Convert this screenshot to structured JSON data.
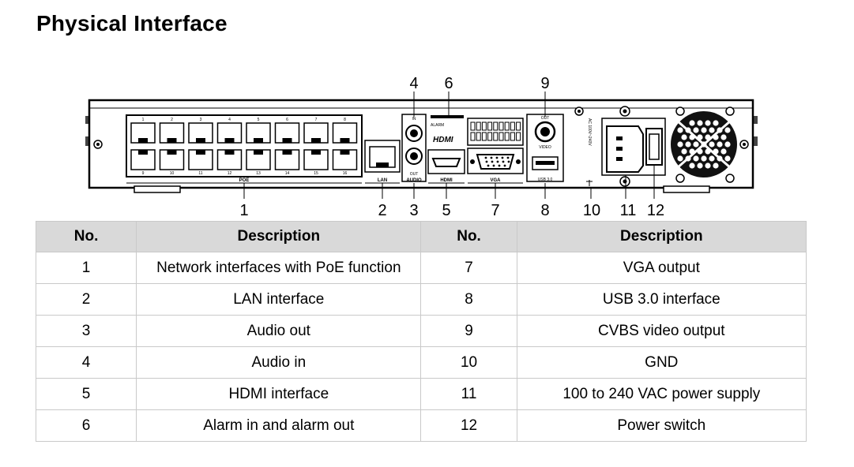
{
  "title": "Physical Interface",
  "diagram": {
    "callouts_top": [
      "4",
      "6",
      "9"
    ],
    "callouts_bottom": [
      "1",
      "2",
      "3",
      "5",
      "7",
      "8",
      "10",
      "11",
      "12"
    ],
    "panel_labels": {
      "poe": "POE",
      "lan": "LAN",
      "audio": "AUDIO",
      "in": "IN",
      "out": "OUT",
      "alarm": "ALARM",
      "hdmi": "HDMI",
      "vga": "VGA",
      "video": "VIDEO",
      "video_out": "OUT",
      "usb": "USB 3.0",
      "ac": "AC 100V~240V"
    },
    "poe_top_numbers": [
      "1",
      "2",
      "3",
      "4",
      "5",
      "6",
      "7",
      "8"
    ],
    "poe_bottom_numbers": [
      "9",
      "10",
      "11",
      "12",
      "13",
      "14",
      "15",
      "16"
    ]
  },
  "table": {
    "headers": [
      "No.",
      "Description",
      "No.",
      "Description"
    ],
    "rows": [
      [
        "1",
        "Network interfaces with PoE function",
        "7",
        "VGA output"
      ],
      [
        "2",
        "LAN interface",
        "8",
        "USB 3.0 interface"
      ],
      [
        "3",
        "Audio out",
        "9",
        "CVBS video output"
      ],
      [
        "4",
        "Audio in",
        "10",
        "GND"
      ],
      [
        "5",
        "HDMI interface",
        "11",
        "100 to 240 VAC power supply"
      ],
      [
        "6",
        "Alarm in and alarm out",
        "12",
        "Power switch"
      ]
    ]
  }
}
